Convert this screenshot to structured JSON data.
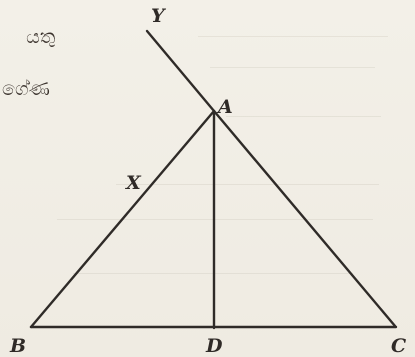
{
  "header_text": {
    "line1": "යතු",
    "line2": "ගේණ"
  },
  "diagram": {
    "labels": {
      "Y": "Y",
      "A": "A",
      "X": "X",
      "B": "B",
      "D": "D",
      "C": "C"
    }
  }
}
